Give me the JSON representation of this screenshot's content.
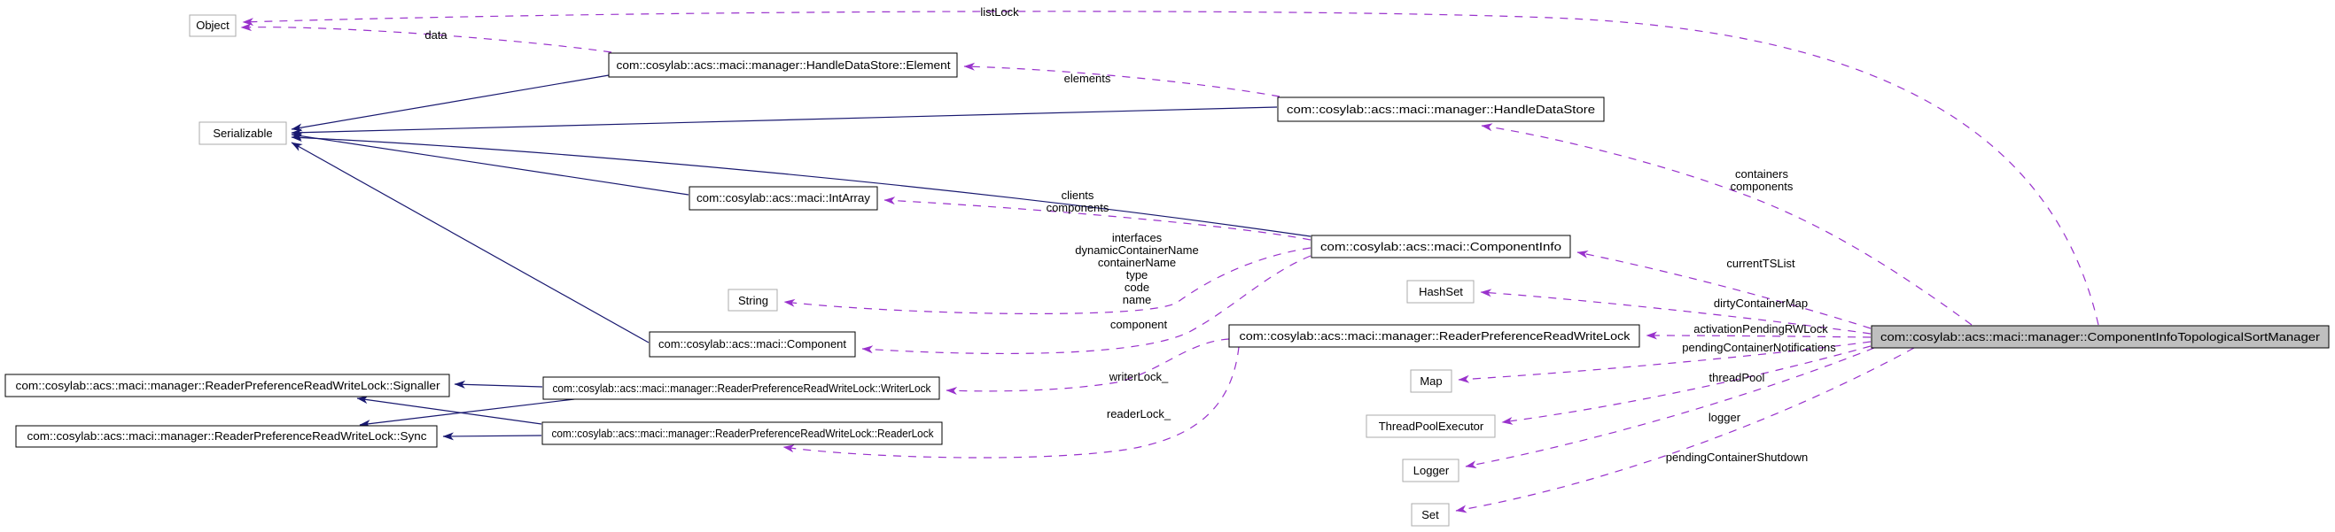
{
  "diagram": {
    "title": "Collaboration graph for com::cosylab::acs::maci::manager::ComponentInfoTopologicalSortManager",
    "colors": {
      "usage_edge": "#9932CC",
      "inheritance_edge": "#191970",
      "node_border": "#000000",
      "external_node_border": "#ABABAB",
      "highlight_fill": "#BFBFBF",
      "background": "#FFFFFF"
    },
    "nodes": [
      {
        "id": "object",
        "label": "Object"
      },
      {
        "id": "serializable",
        "label": "Serializable"
      },
      {
        "id": "element",
        "label": "com::cosylab::acs::maci::manager::HandleDataStore::Element"
      },
      {
        "id": "handle-data-store",
        "label": "com::cosylab::acs::maci::manager::HandleDataStore"
      },
      {
        "id": "int-array",
        "label": "com::cosylab::acs::maci::IntArray"
      },
      {
        "id": "component-info",
        "label": "com::cosylab::acs::maci::ComponentInfo"
      },
      {
        "id": "hash-set",
        "label": "HashSet"
      },
      {
        "id": "string",
        "label": "String"
      },
      {
        "id": "component",
        "label": "com::cosylab::acs::maci::Component"
      },
      {
        "id": "reader-preference-read-write-lock",
        "label": "com::cosylab::acs::maci::manager::ReaderPreferenceReadWriteLock"
      },
      {
        "id": "signaller",
        "label": "com::cosylab::acs::maci::manager::ReaderPreferenceReadWriteLock::Signaller"
      },
      {
        "id": "writer-lock",
        "label": "com::cosylab::acs::maci::manager::ReaderPreferenceReadWriteLock::WriterLock"
      },
      {
        "id": "sync",
        "label": "com::cosylab::acs::maci::manager::ReaderPreferenceReadWriteLock::Sync"
      },
      {
        "id": "reader-lock",
        "label": "com::cosylab::acs::maci::manager::ReaderPreferenceReadWriteLock::ReaderLock"
      },
      {
        "id": "map",
        "label": "Map"
      },
      {
        "id": "thread-pool-executor",
        "label": "ThreadPoolExecutor"
      },
      {
        "id": "logger",
        "label": "Logger"
      },
      {
        "id": "set",
        "label": "Set"
      },
      {
        "id": "sort-manager",
        "label": "com::cosylab::acs::maci::manager::ComponentInfoTopologicalSortManager"
      }
    ],
    "edge_labels": [
      {
        "id": "listLock",
        "lines": [
          "listLock"
        ]
      },
      {
        "id": "data",
        "lines": [
          "data"
        ]
      },
      {
        "id": "elements",
        "lines": [
          "elements"
        ]
      },
      {
        "id": "containers-components",
        "lines": [
          "containers",
          "components"
        ]
      },
      {
        "id": "clients-components",
        "lines": [
          "clients",
          "components"
        ]
      },
      {
        "id": "componentinfo-strings",
        "lines": [
          "interfaces",
          "dynamicContainerName",
          "containerName",
          "type",
          "code",
          "name"
        ]
      },
      {
        "id": "currentTSList",
        "lines": [
          "currentTSList"
        ]
      },
      {
        "id": "dirtyContainerMap",
        "lines": [
          "dirtyContainerMap"
        ]
      },
      {
        "id": "component",
        "lines": [
          "component"
        ]
      },
      {
        "id": "activationPendingRWLock",
        "lines": [
          "activationPendingRWLock"
        ]
      },
      {
        "id": "pendingContainerNotifications",
        "lines": [
          "pendingContainerNotifications"
        ]
      },
      {
        "id": "writerLock_",
        "lines": [
          "writerLock_"
        ]
      },
      {
        "id": "readerLock_",
        "lines": [
          "readerLock_"
        ]
      },
      {
        "id": "threadPool",
        "lines": [
          "threadPool"
        ]
      },
      {
        "id": "logger",
        "lines": [
          "logger"
        ]
      },
      {
        "id": "pendingContainerShutdown",
        "lines": [
          "pendingContainerShutdown"
        ]
      }
    ]
  }
}
